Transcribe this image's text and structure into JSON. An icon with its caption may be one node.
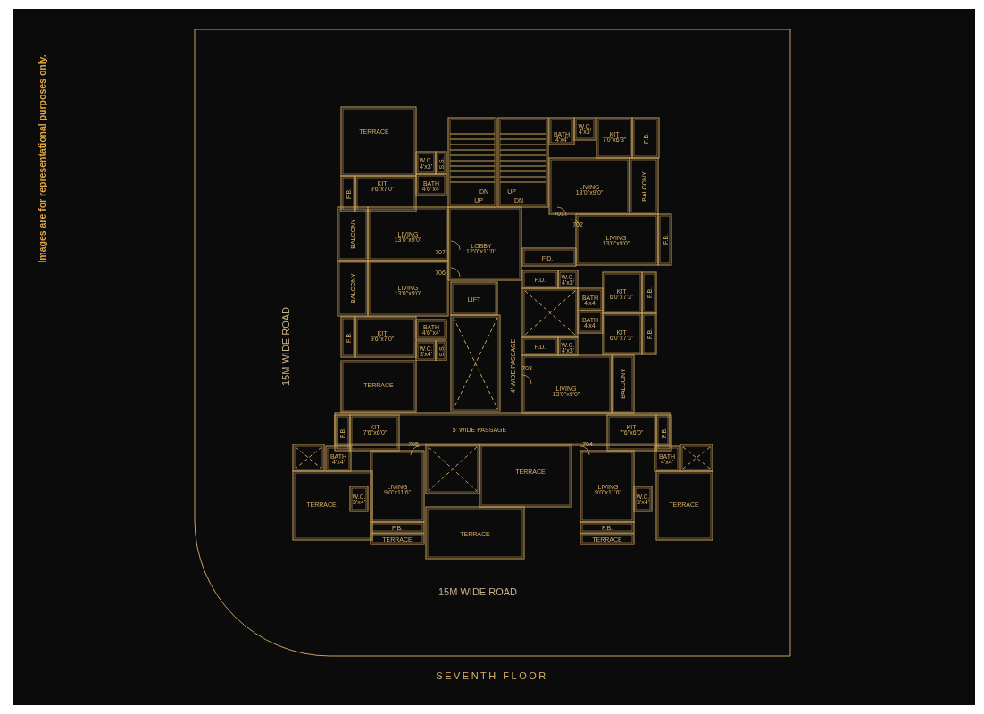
{
  "diagram": {
    "title": "SEVENTH FLOOR",
    "labels": [
      "Images are for representational purposes only.",
      "15M WIDE ROAD",
      "TERRACE",
      "W.C.",
      "4'x3'",
      "S.S.",
      "KIT",
      "9'6\"x7'0\"",
      "BATH",
      "4'6\"x4'",
      "F.B.",
      "DN",
      "UP",
      "UP",
      "DN",
      "BATH",
      "4'x4'",
      "W.C.",
      "4'x3'",
      "KIT",
      "7'0\"x6'3\"",
      "F.B.",
      "LIVING",
      "13'0\"x9'0\"",
      "BALCONY",
      "BALCONY",
      "LIVING",
      "13'0\"x9'0\"",
      "701",
      "702",
      "LIVING",
      "13'0\"x9'0\"",
      "F.B.",
      "707",
      "LOBBY",
      "12'0\"x11'0\"",
      "F.D.",
      "706",
      "F.D.",
      "W.C.",
      "4'x3'",
      "BALCONY",
      "LIVING",
      "13'0\"x9'0\"",
      "LIFT",
      "KIT",
      "6'0\"x7'3\"",
      "F.B.",
      "BATH",
      "4'x4'",
      "BATH",
      "4'x4'",
      "KIT",
      "9'6\"x7'0\"",
      "BATH",
      "4'6\"x4'",
      "F.B.",
      "KIT",
      "6'0\"x7'3\"",
      "F.B.",
      "W.C.",
      "3'x4'",
      "S.S.",
      "F.D.",
      "W.C.",
      "4'x3'",
      "4' WIDE PASSAGE",
      "703",
      "TERRACE",
      "LIVING",
      "13'0\"x9'0\"",
      "BALCONY",
      "KIT",
      "7'6\"x6'0\"",
      "F.B.",
      "5' WIDE PASSAGE",
      "KIT",
      "7'6\"x6'0\"",
      "F.B.",
      "705",
      "704",
      "BATH",
      "4'x4'",
      "BATH",
      "4'x4'",
      "TERRACE",
      "LIVING",
      "9'0\"x11'6\"",
      "LIVING",
      "9'0\"x11'6\"",
      "TERRACE",
      "W.C.",
      "3'x4'",
      "W.C.",
      "3'x4'",
      "TERRACE",
      "TERRACE",
      "F.B.",
      "F.B.",
      "TERRACE",
      "TERRACE",
      "15M WIDE ROAD"
    ]
  }
}
